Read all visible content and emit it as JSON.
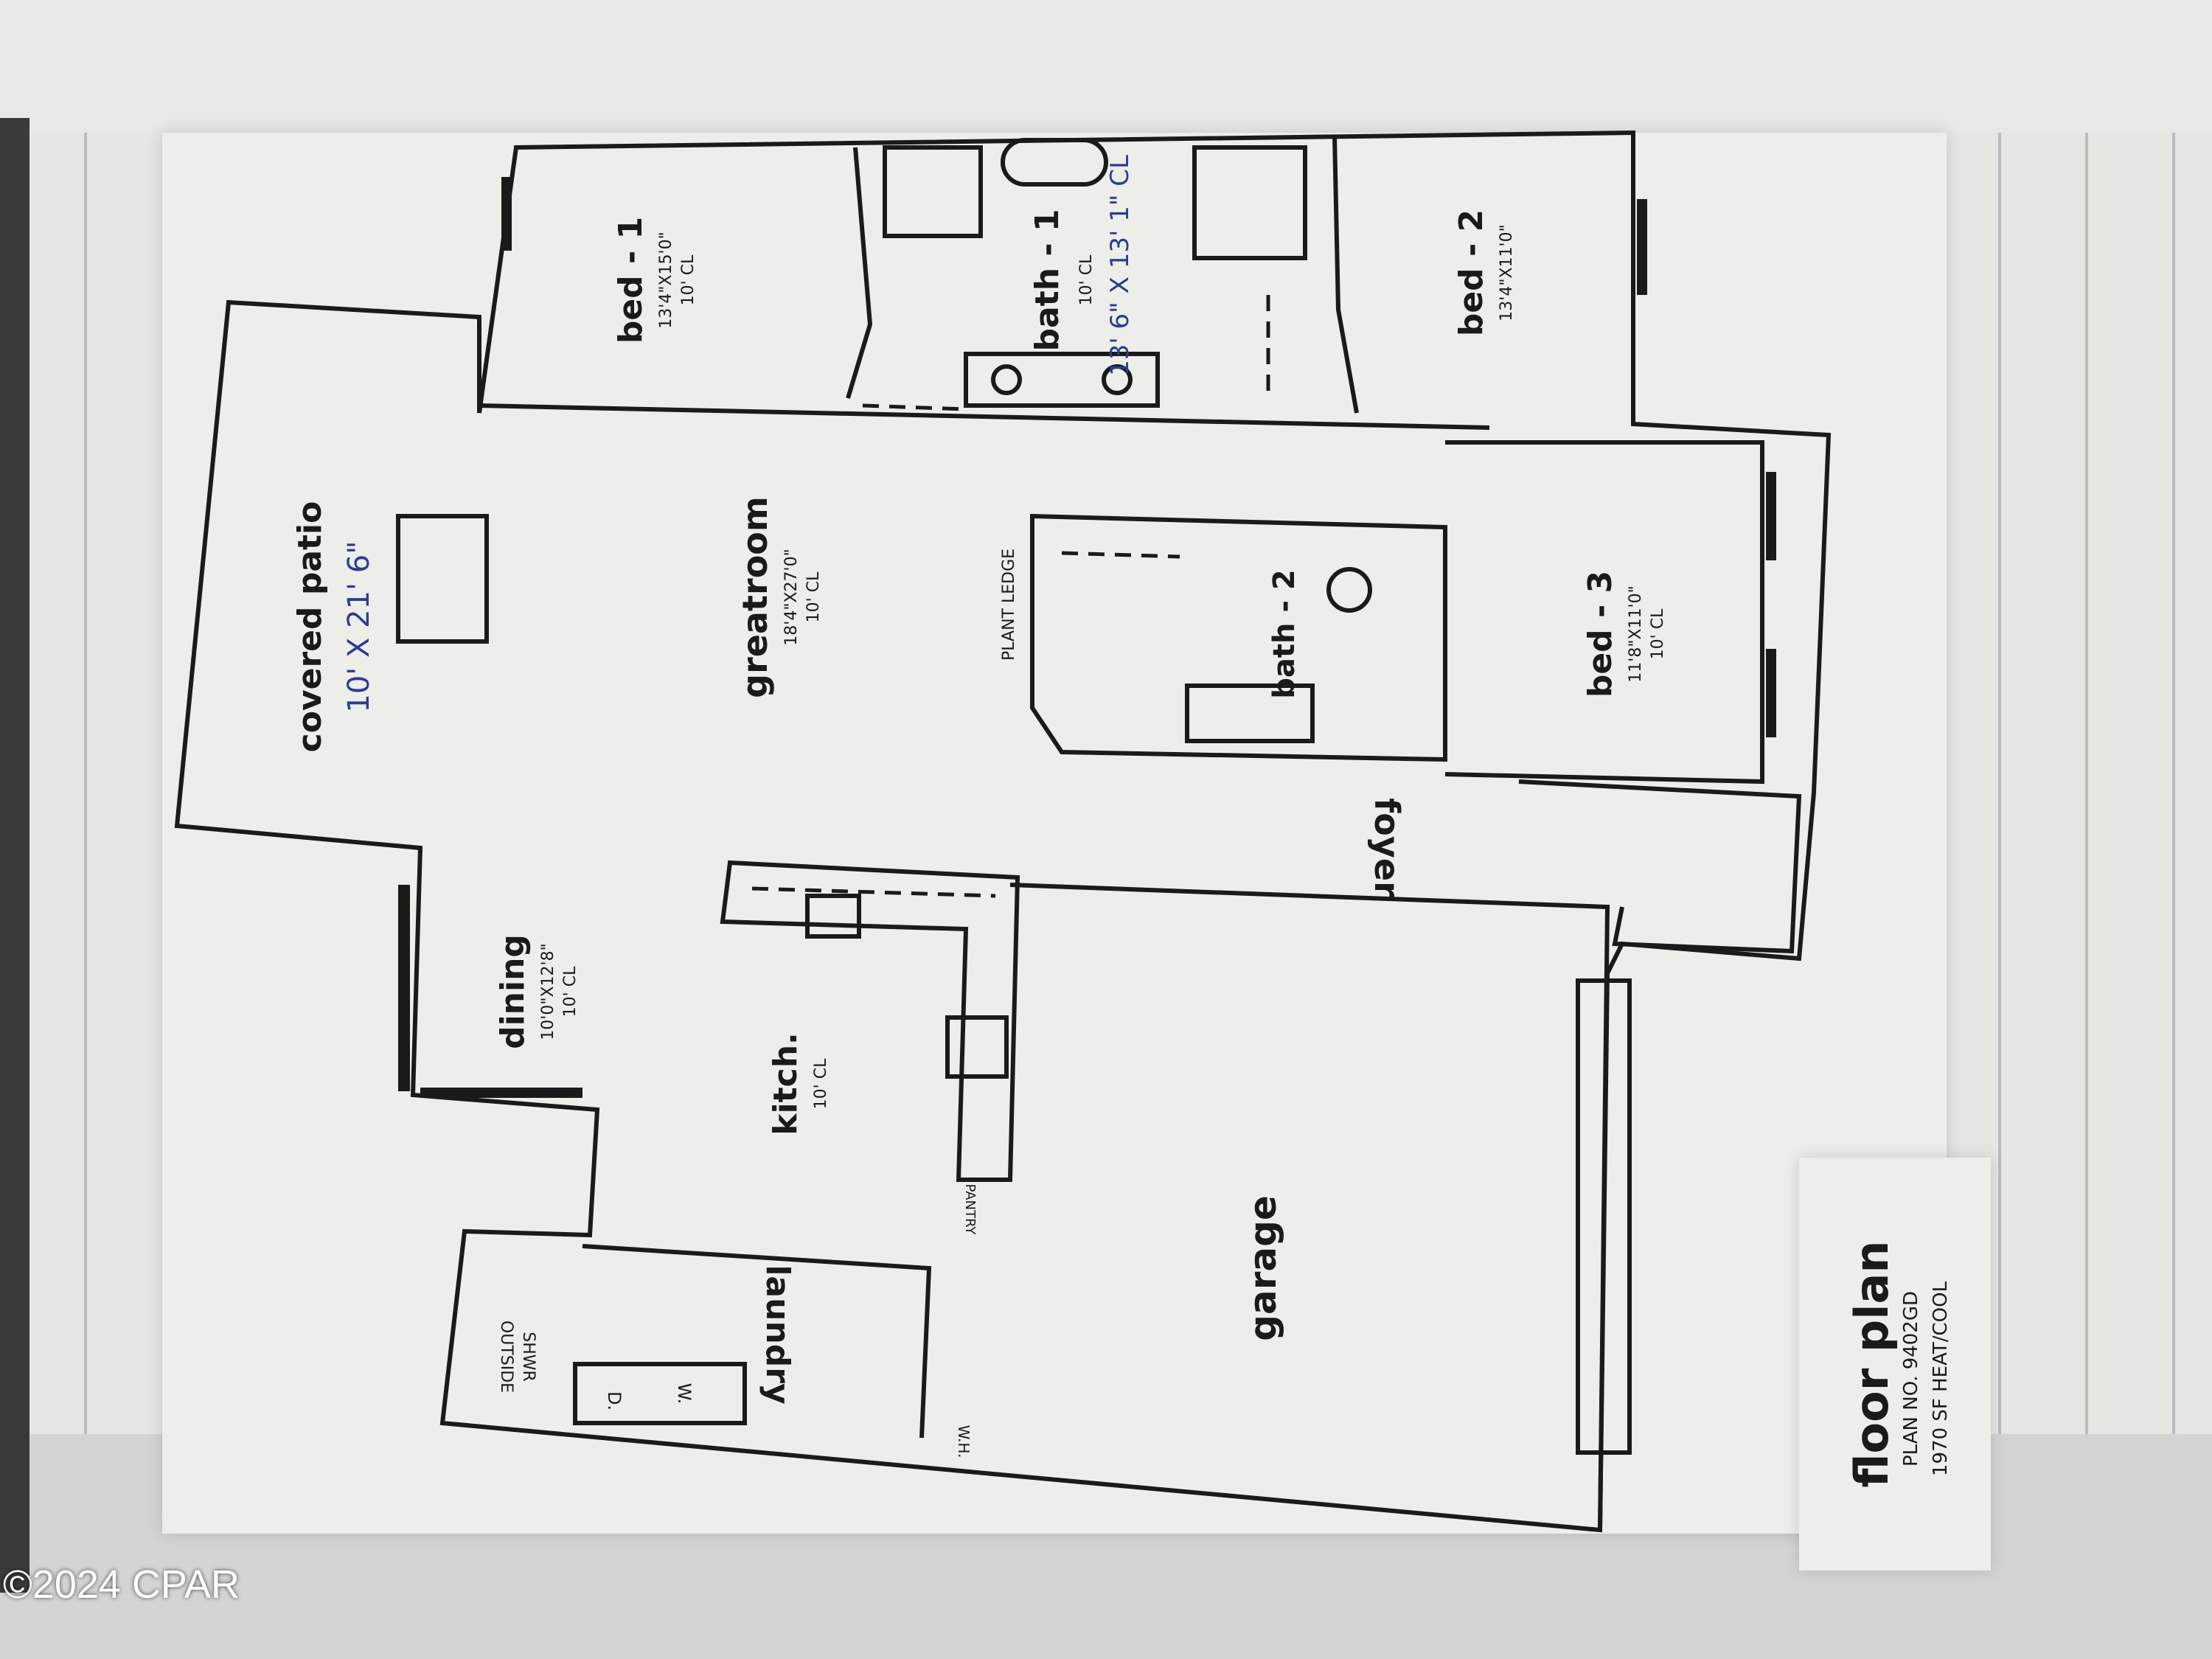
{
  "watermark": "©2024 CPAR",
  "rooms": {
    "covered_patio": {
      "name": "covered patio",
      "dims": "10' X 21' 6\""
    },
    "bed1": {
      "name": "bed - 1",
      "dims": "13'4\"X15'0\"",
      "ceiling": "10' CL"
    },
    "bath1": {
      "name": "bath - 1",
      "ceiling": "10' CL",
      "dims": "13' 6\" X 13' 1\" CL"
    },
    "bed2": {
      "name": "bed - 2",
      "dims": "13'4\"X11'0\""
    },
    "greatroom": {
      "name": "greatroom",
      "dims": "18'4\"X27'0\"",
      "ceiling": "10' CL"
    },
    "plant_ledge": {
      "name": "PLANT LEDGE"
    },
    "bath2": {
      "name": "bath - 2"
    },
    "bed3": {
      "name": "bed - 3",
      "dims": "11'8\"X11'0\"",
      "ceiling": "10' CL"
    },
    "foyer": {
      "name": "foyer"
    },
    "dining": {
      "name": "dining",
      "dims": "10'0\"X12'8\"",
      "ceiling": "10' CL"
    },
    "kitchen": {
      "name": "kitch.",
      "ceiling": "10' CL"
    },
    "garage": {
      "name": "garage"
    },
    "laundry": {
      "name": "laundry"
    },
    "outside_shower": {
      "line1": "OUTSIDE",
      "line2": "SHWR"
    },
    "dryer": {
      "name": "D."
    },
    "washer": {
      "name": "W."
    },
    "wh": {
      "name": "W.H."
    },
    "pantry": {
      "name": "PANTRY"
    }
  },
  "title_block": {
    "title": "floor plan",
    "plan_no": "PLAN NO. 9402GD",
    "area": "1970 SF HEAT/COOL"
  }
}
